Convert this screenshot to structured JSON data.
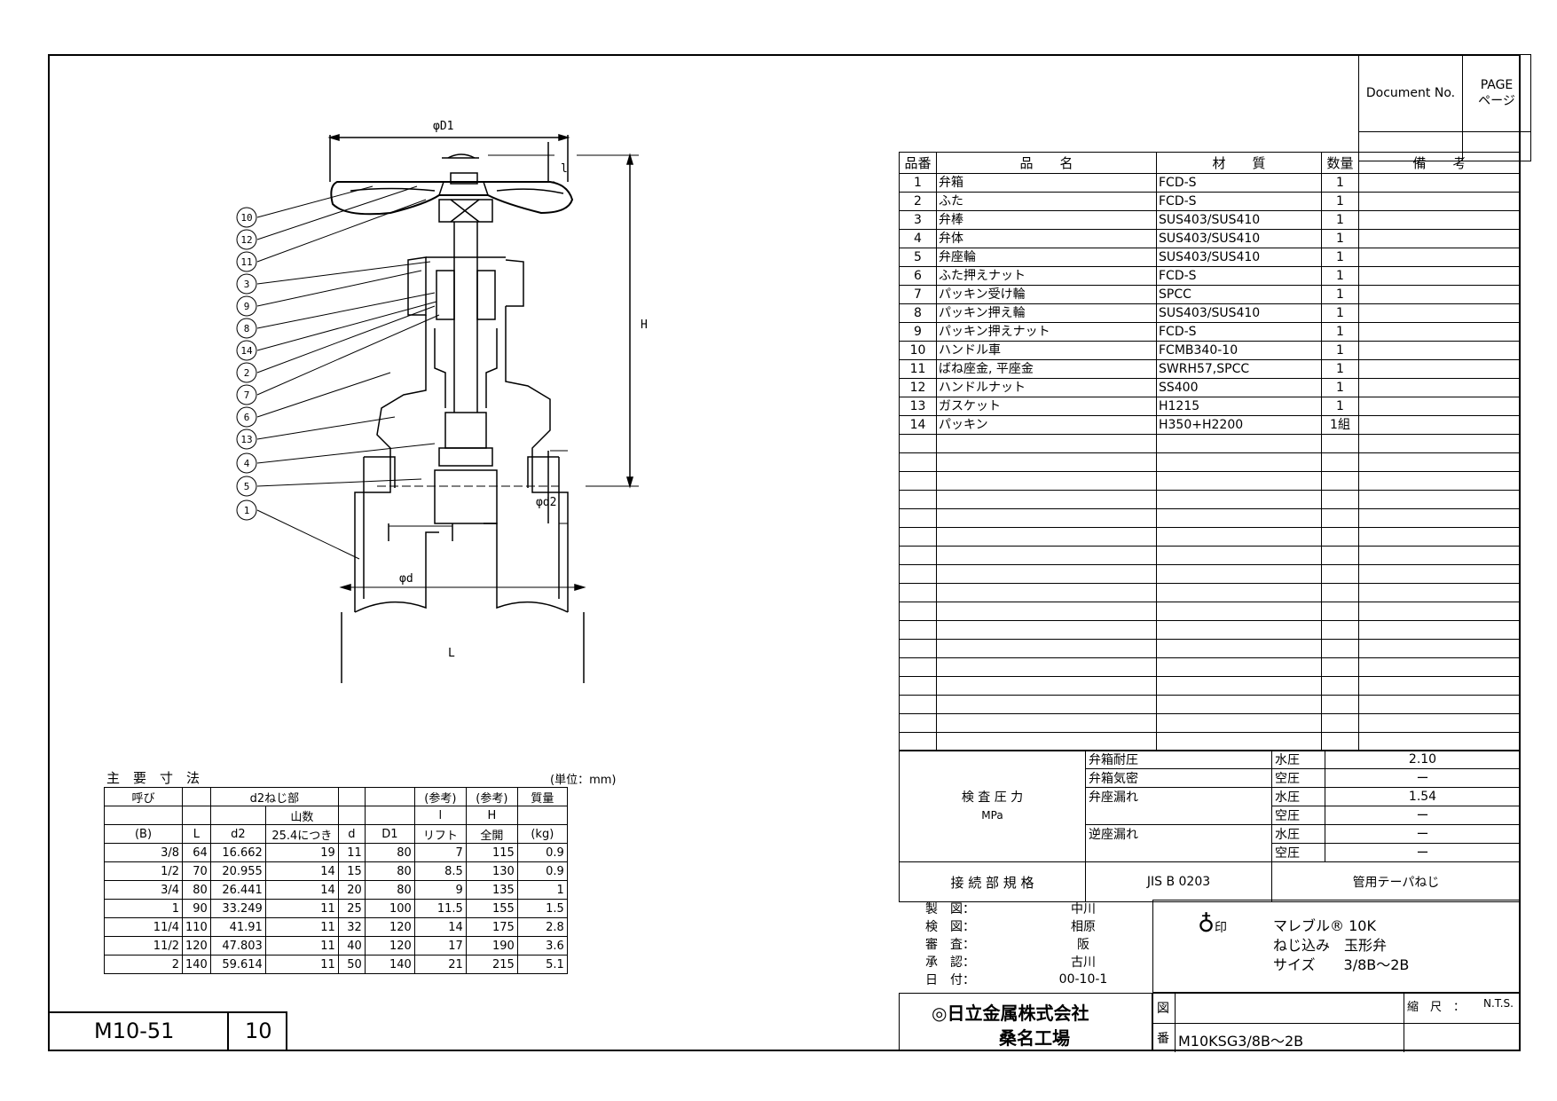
{
  "doc_box": {
    "doc_no_label": "Document No.",
    "page_label": "PAGE\nページ"
  },
  "drawing": {
    "labels": {
      "D1": "φD1",
      "l": "l",
      "H": "H",
      "d2": "φd2",
      "d": "φd",
      "L": "L"
    },
    "callouts": [
      "10",
      "12",
      "11",
      "3",
      "9",
      "8",
      "14",
      "2",
      "7",
      "6",
      "13",
      "4",
      "5",
      "1"
    ]
  },
  "parts": {
    "headers": [
      "品番",
      "品　　名",
      "材　　質",
      "数量",
      "備　　考"
    ],
    "rows": [
      [
        "1",
        "弁箱",
        "FCD-S",
        "1",
        ""
      ],
      [
        "2",
        "ふた",
        "FCD-S",
        "1",
        ""
      ],
      [
        "3",
        "弁棒",
        "SUS403/SUS410",
        "1",
        ""
      ],
      [
        "4",
        "弁体",
        "SUS403/SUS410",
        "1",
        ""
      ],
      [
        "5",
        "弁座輪",
        "SUS403/SUS410",
        "1",
        ""
      ],
      [
        "6",
        "ふた押えナット",
        "FCD-S",
        "1",
        ""
      ],
      [
        "7",
        "パッキン受け輪",
        "SPCC",
        "1",
        ""
      ],
      [
        "8",
        "パッキン押え輪",
        "SUS403/SUS410",
        "1",
        ""
      ],
      [
        "9",
        "パッキン押えナット",
        "FCD-S",
        "1",
        ""
      ],
      [
        "10",
        "ハンドル車",
        "FCMB340-10",
        "1",
        ""
      ],
      [
        "11",
        "ばね座金, 平座金",
        "SWRH57,SPCC",
        "1",
        ""
      ],
      [
        "12",
        "ハンドルナット",
        "SS400",
        "1",
        ""
      ],
      [
        "13",
        "ガスケット",
        "H1215",
        "1",
        ""
      ],
      [
        "14",
        "パッキン",
        "H350+H2200",
        "1組",
        ""
      ]
    ],
    "empty_rows": 17
  },
  "inspection": {
    "label": "検 査 圧 力",
    "unit": "MPa",
    "rows": [
      {
        "item": "弁箱耐圧",
        "medium": "水圧",
        "value": "2.10"
      },
      {
        "item": "弁箱気密",
        "medium": "空圧",
        "value": "ー"
      },
      {
        "item": "弁座漏れ",
        "medium": "水圧",
        "value": "1.54"
      },
      {
        "item": "",
        "medium": "空圧",
        "value": "ー"
      },
      {
        "item": "逆座漏れ",
        "medium": "水圧",
        "value": "ー"
      },
      {
        "item": "",
        "medium": "空圧",
        "value": "ー"
      }
    ],
    "connection_label": "接 続 部 規 格",
    "connection_std": "JIS  B  0203",
    "connection_type": "管用テーパねじ"
  },
  "approvals": [
    {
      "role": "製　図：",
      "name": "中川"
    },
    {
      "role": "検　図：",
      "name": "相原"
    },
    {
      "role": "審　査：",
      "name": "阪"
    },
    {
      "role": "承　認：",
      "name": "古川"
    },
    {
      "role": "日　付：",
      "name": "00-10-1"
    }
  ],
  "product": {
    "line1": "マレブル®  10K",
    "line2": "ねじ込み　玉形弁",
    "line3": "サイズ　　3/8B～2B",
    "mark": "印"
  },
  "company": {
    "name": "日立金属株式会社",
    "plant": "桑名工場",
    "logo": "hitachi-metals-logo"
  },
  "drawing_no": {
    "zu": "図",
    "ban": "番",
    "number": "M10KSG3/8B～2B",
    "scale_label": "縮　尺　：",
    "scale": "N.T.S."
  },
  "footer": {
    "code": "M10-51",
    "page": "10"
  },
  "dimensions": {
    "title": "主　要　寸　法",
    "unit": "(単位：mm)",
    "head1": [
      "呼び",
      "",
      "d2ねじ部",
      "",
      "",
      "",
      "(参考)",
      "(参考)",
      "質量"
    ],
    "head2": [
      "",
      "",
      "",
      "山数",
      "",
      "",
      "l",
      "H",
      ""
    ],
    "head3": [
      "(B)",
      "L",
      "d2",
      "25.4につき",
      "d",
      "D1",
      "リフト",
      "全開",
      "(kg)"
    ],
    "rows": [
      [
        "3/8",
        "64",
        "16.662",
        "19",
        "11",
        "80",
        "7",
        "115",
        "0.9"
      ],
      [
        "1/2",
        "70",
        "20.955",
        "14",
        "15",
        "80",
        "8.5",
        "130",
        "0.9"
      ],
      [
        "3/4",
        "80",
        "26.441",
        "14",
        "20",
        "80",
        "9",
        "135",
        "1"
      ],
      [
        "1",
        "90",
        "33.249",
        "11",
        "25",
        "100",
        "11.5",
        "155",
        "1.5"
      ],
      [
        "11/4",
        "110",
        "41.91",
        "11",
        "32",
        "120",
        "14",
        "175",
        "2.8"
      ],
      [
        "11/2",
        "120",
        "47.803",
        "11",
        "40",
        "120",
        "17",
        "190",
        "3.6"
      ],
      [
        "2",
        "140",
        "59.614",
        "11",
        "50",
        "140",
        "21",
        "215",
        "5.1"
      ]
    ]
  }
}
